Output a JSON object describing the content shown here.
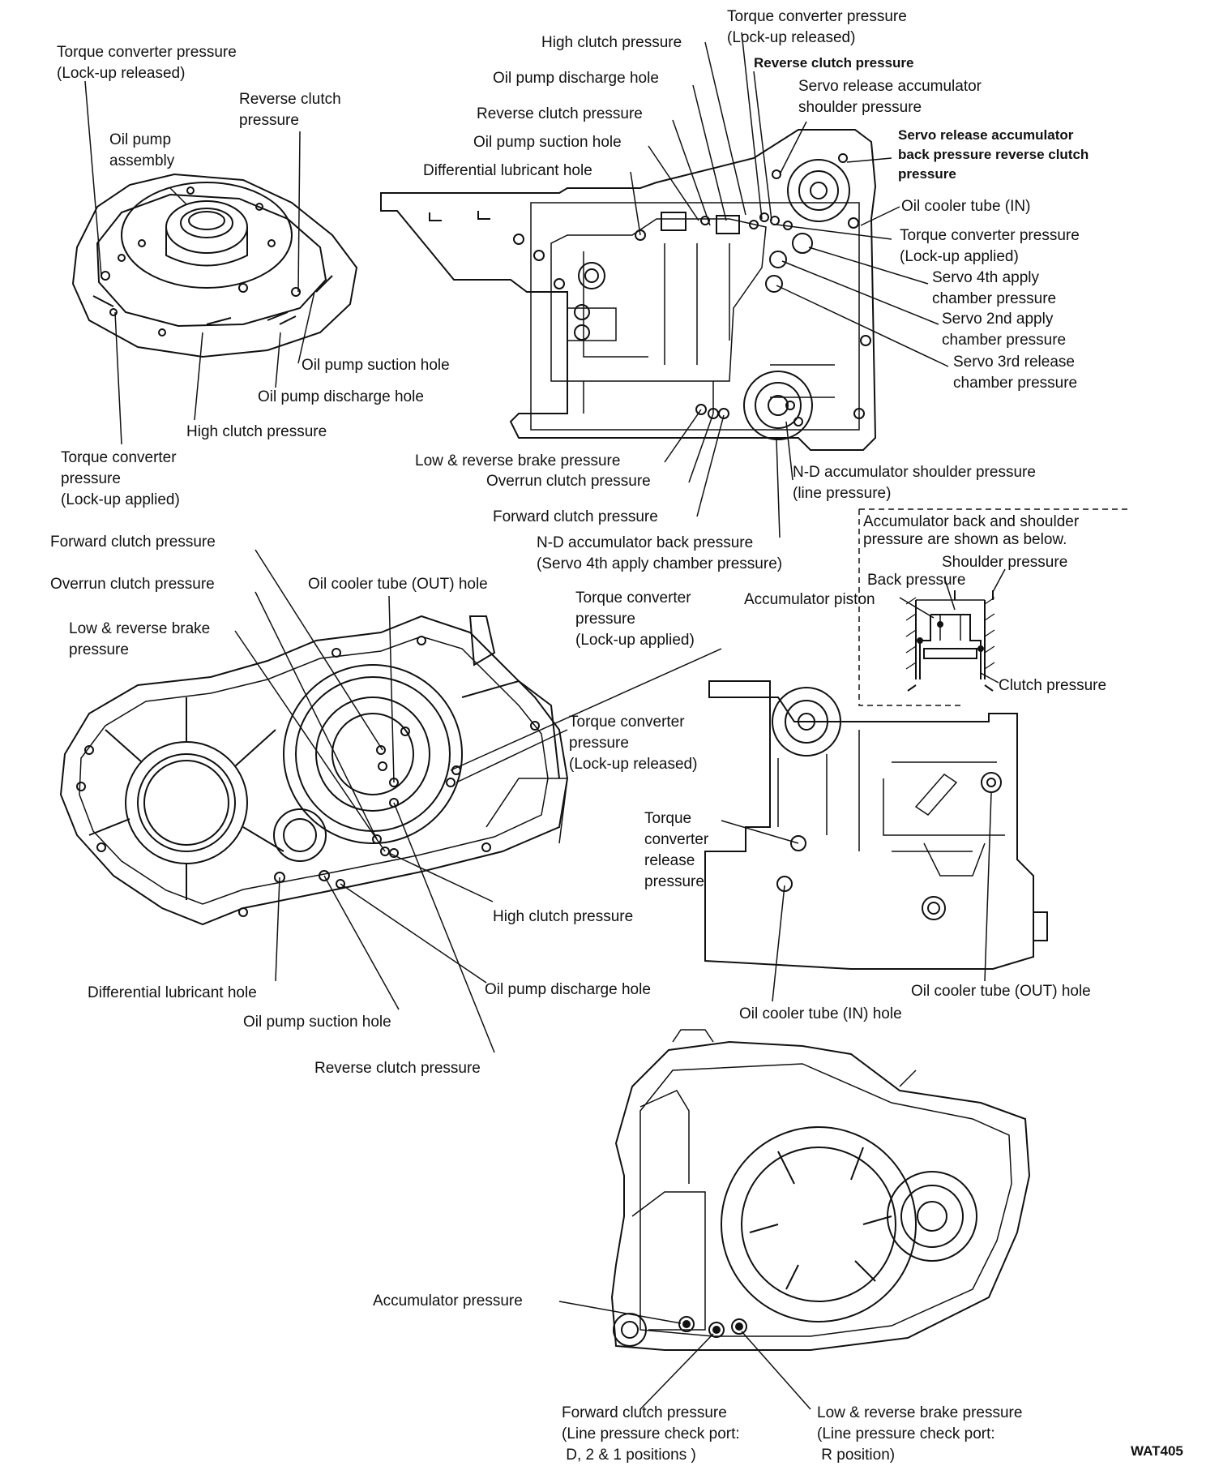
{
  "figure_code": "WAT405",
  "oil_pump_view": {
    "tc_released": "Torque converter pressure\n(Lock-up released)",
    "reverse_clutch": "Reverse clutch\npressure",
    "assembly": "Oil pump\nassembly",
    "suction_hole": "Oil pump suction hole",
    "discharge_hole": "Oil pump discharge hole",
    "high_clutch": "High clutch pressure",
    "tc_applied": "Torque converter\npressure\n(Lock-up applied)"
  },
  "case_top_view": {
    "tc_released": "Torque converter pressure\n(Lock-up released)",
    "high_clutch": "High clutch pressure",
    "reverse_clutch_bold": "Reverse clutch pressure",
    "discharge_hole": "Oil pump discharge hole",
    "servo_release_shoulder": "Servo release accumulator\nshoulder pressure",
    "reverse_clutch": "Reverse clutch pressure",
    "servo_release_back": "Servo release accumulator\nback pressure reverse clutch\npressure",
    "suction_hole": "Oil pump suction hole",
    "diff_lube": "Differential lubricant hole",
    "oil_cooler_in": "Oil cooler tube (IN)",
    "tc_applied": "Torque converter pressure\n(Lock-up applied)",
    "servo_4th": "Servo 4th apply\nchamber pressure",
    "servo_2nd": "Servo 2nd apply\nchamber pressure",
    "servo_3rd": "Servo 3rd release\nchamber pressure",
    "low_reverse": "Low & reverse brake pressure",
    "overrun": "Overrun clutch pressure",
    "nd_shoulder": "N-D accumulator shoulder pressure\n(line pressure)",
    "forward": "Forward clutch pressure",
    "nd_back": "N-D accumulator back pressure\n(Servo 4th apply chamber pressure)"
  },
  "housing_view": {
    "forward": "Forward clutch pressure",
    "overrun": "Overrun clutch pressure",
    "cooler_out": "Oil cooler tube (OUT) hole",
    "low_reverse": "Low & reverse brake\npressure",
    "tc_applied": "Torque converter\npressure\n(Lock-up applied)",
    "tc_released": "Torque converter\npressure\n(Lock-up released)",
    "high_clutch": "High clutch pressure",
    "diff_lube": "Differential lubricant hole",
    "discharge": "Oil pump discharge hole",
    "suction": "Oil pump suction hole",
    "reverse": "Reverse clutch pressure"
  },
  "accumulator_inset": {
    "note": "Accumulator back and shoulder\npressure are shown as below.",
    "shoulder": "Shoulder pressure",
    "back": "Back pressure",
    "piston": "Accumulator piston",
    "clutch": "Clutch pressure"
  },
  "side_view": {
    "tc_release": "Torque\nconverter\nrelease\npressure",
    "cooler_in": "Oil cooler tube (IN) hole",
    "cooler_out": "Oil cooler tube (OUT) hole"
  },
  "bottom_view": {
    "accumulator": "Accumulator pressure",
    "forward": "Forward clutch pressure\n(Line pressure check port:\n D, 2 & 1 positions )",
    "low_reverse": "Low & reverse brake pressure\n(Line pressure check port:\n R position)"
  }
}
